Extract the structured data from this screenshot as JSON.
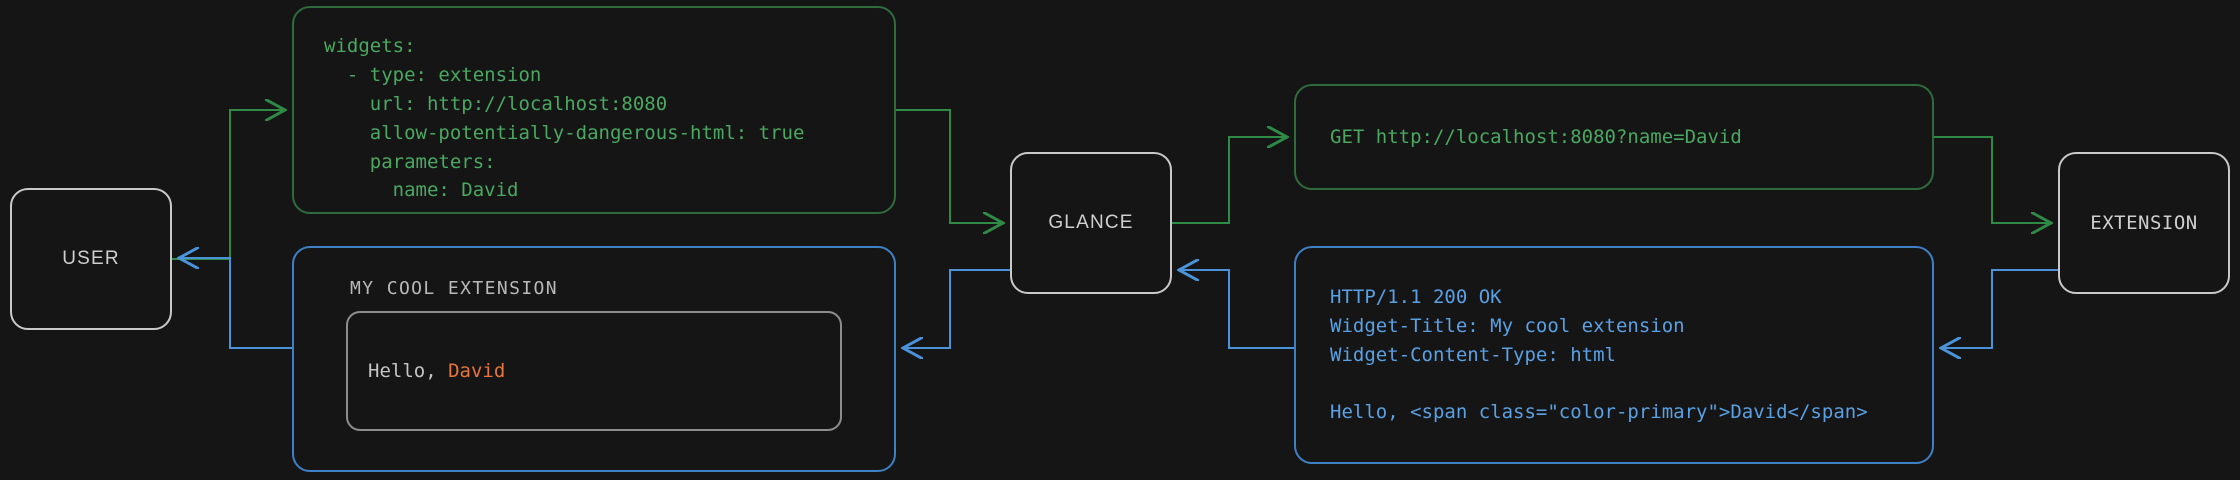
{
  "theme": {
    "background": "#151515",
    "node_border": "#c9c9c9",
    "node_text": "#cfcfcf",
    "green": "#4aa861",
    "green_border": "#2f6b3c",
    "blue": "#5aa0e4",
    "blue_border": "#3f7fc4",
    "orange": "#e8743b",
    "widget_border": "#8d8d8d"
  },
  "nodes": {
    "user": {
      "label": "USER"
    },
    "glance": {
      "label": "GLANCE"
    },
    "extension": {
      "label": "EXTENSION"
    }
  },
  "panels": {
    "config": {
      "name": "widget-yaml-config",
      "color": "green",
      "code": "widgets:\n  - type: extension\n    url: http://localhost:8080\n    allow-potentially-dangerous-html: true\n    parameters:\n      name: David"
    },
    "request": {
      "name": "http-request",
      "color": "green",
      "code": "GET http://localhost:8080?name=David"
    },
    "response": {
      "name": "http-response",
      "color": "blue",
      "code": "HTTP/1.1 200 OK\nWidget-Title: My cool extension\nWidget-Content-Type: html\n\nHello, <span class=\"color-primary\">David</span>"
    },
    "widget_preview": {
      "name": "rendered-widget",
      "color": "blue",
      "title": "MY COOL EXTENSION",
      "greeting_prefix": "Hello, ",
      "greeting_name": "David"
    }
  },
  "flows": [
    {
      "name": "user-to-config",
      "color": "green",
      "from": "USER",
      "to": "widget-yaml-config"
    },
    {
      "name": "config-to-glance",
      "color": "green",
      "from": "widget-yaml-config",
      "to": "GLANCE"
    },
    {
      "name": "glance-to-request",
      "color": "green",
      "from": "GLANCE",
      "to": "http-request"
    },
    {
      "name": "request-to-extension",
      "color": "green",
      "from": "http-request",
      "to": "EXTENSION"
    },
    {
      "name": "extension-to-response",
      "color": "blue",
      "from": "EXTENSION",
      "to": "http-response"
    },
    {
      "name": "response-to-glance",
      "color": "blue",
      "from": "http-response",
      "to": "GLANCE"
    },
    {
      "name": "glance-to-widget",
      "color": "blue",
      "from": "GLANCE",
      "to": "rendered-widget"
    },
    {
      "name": "widget-to-user",
      "color": "blue",
      "from": "rendered-widget",
      "to": "USER"
    }
  ]
}
